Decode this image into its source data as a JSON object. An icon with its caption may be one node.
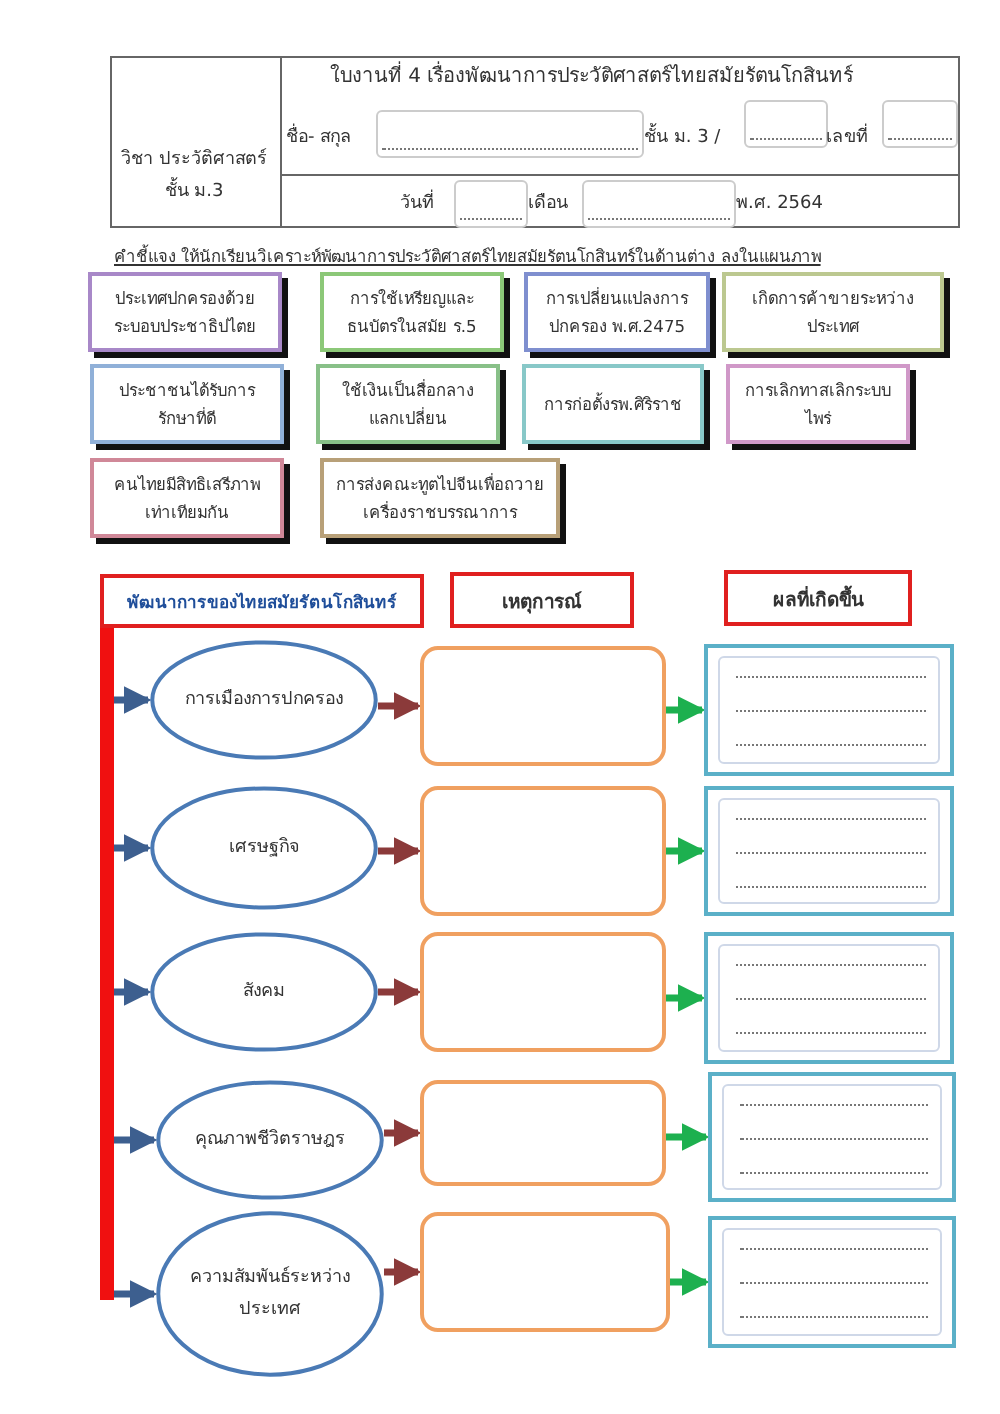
{
  "diagram": {
    "nodes": [
      {
        "text": [
          "ประเทศปกครองด้วยระบอบประชาธิปไตย"
        ]
      },
      {
        "text": [
          "การใช้เหรียญและธนบัตรในสมัย ร.5"
        ]
      },
      {
        "text": [
          "การเปลี่ยนแปลงการปกครอง พ.ศ.2475"
        ]
      },
      {
        "text": [
          "เกิดการค้าขายระหว่างประเทศ"
        ]
      },
      {
        "text": [
          "ประชาชนได้รับการรักษาที่ดี"
        ]
      },
      {
        "text": [
          "ใช้เงินเป็นสื่อกลางแลกเปลี่ยน"
        ]
      },
      {
        "text": [
          "การก่อตั้งรพ.ศิริราช"
        ]
      },
      {
        "text": [
          "การเลิกทาสเลิกระบบไพร่"
        ]
      },
      {
        "text": [
          "คนไทยมีสิทธิเสรีภาพเท่าเทียมกัน"
        ]
      },
      {
        "text": [
          "การส่งคณะทูตไปจีนเพื่อถวายเครื่องราชบรรณาการ"
        ]
      },
      {
        "text": [
          "พัฒนาการของไทยสมัยรัตนโกสินทร์"
        ]
      },
      {
        "text": [
          "เหตุการณ์"
        ]
      },
      {
        "text": [
          "ผลที่เกิดขึ้น"
        ]
      },
      {
        "text": [
          "การเมืองการปกครอง"
        ]
      },
      {
        "text": [
          "เศรษฐกิจ"
        ]
      },
      {
        "text": [
          "สังคม"
        ]
      },
      {
        "text": [
          "คุณภาพชีวิตราษฎร"
        ]
      },
      {
        "text": [
          "ความสัมพันธ์ระหว่างประเทศ"
        ]
      },
      {
        "text": [],
        "shape": "box"
      },
      {
        "text": [],
        "shape": "box"
      },
      {
        "text": [],
        "shape": "box"
      },
      {
        "text": [],
        "shape": "box"
      },
      {
        "text": [],
        "shape": "box"
      },
      {
        "text": [],
        "shape": "box"
      },
      {
        "text": [],
        "shape": "box"
      },
      {
        "text": [],
        "shape": "box"
      },
      {
        "text": [],
        "shape": "box"
      },
      {
        "text": [],
        "shape": "box"
      }
    ],
    "edges": [
      {
        "from": null,
        "to": 13,
        "arrow": "to",
        "color": "#3d5f8f"
      },
      {
        "from": null,
        "to": 14,
        "arrow": "to",
        "color": "#3d5f8f"
      },
      {
        "from": null,
        "to": 15,
        "arrow": "to",
        "color": "#3d5f8f"
      },
      {
        "from": null,
        "to": 16,
        "arrow": "to",
        "color": "#3d5f8f"
      },
      {
        "from": null,
        "to": 17,
        "arrow": "to",
        "color": "#3d5f8f"
      },
      {
        "from": 13,
        "to": 18,
        "arrow": "to",
        "color": "#8b3a3a"
      },
      {
        "from": 14,
        "to": 19,
        "arrow": "to",
        "color": "#8b3a3a"
      },
      {
        "from": 15,
        "to": 20,
        "arrow": "to",
        "color": "#8b3a3a"
      },
      {
        "from": 16,
        "to": 21,
        "arrow": "to",
        "color": "#8b3a3a"
      },
      {
        "from": 17,
        "to": 22,
        "arrow": "to",
        "color": "#8b3a3a"
      },
      {
        "from": 18,
        "to": 23,
        "arrow": "to",
        "color": "#1db04f"
      },
      {
        "from": 19,
        "to": 24,
        "arrow": "to",
        "color": "#1db04f"
      },
      {
        "from": 20,
        "to": 25,
        "arrow": "to",
        "color": "#1db04f"
      },
      {
        "from": 21,
        "to": 26,
        "arrow": "to",
        "color": "#1db04f"
      },
      {
        "from": 22,
        "to": 27,
        "arrow": "to",
        "color": "#1db04f"
      }
    ],
    "labels": [
      "ใบงานที่ 4 เรื่องพัฒนาการประวัติศาสตร์ไทยสมัยรัตนโกสินทร์",
      "ชื่อ- สกุล",
      "ชั้น ม. 3 /",
      "เลขที่",
      "วิชา ประวัติศาสตร์ ชั้น ม.3",
      "วันที่",
      "เดือน",
      "พ.ศ. 2564",
      "คำชี้แจง ให้นักเรียนวิเคราะห์พัฒนาการประวัติศาสตร์ไทยสมัยรัตนโกสินทร์ในด้านต่าง ลงในแผนภาพ"
    ]
  }
}
